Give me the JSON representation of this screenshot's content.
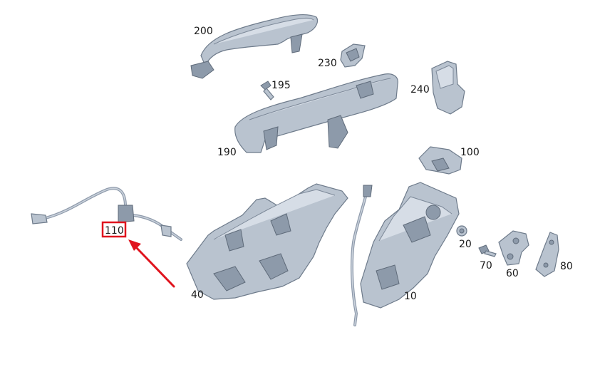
{
  "diagram": {
    "callouts": [
      {
        "id": "200",
        "text": "200"
      },
      {
        "id": "230",
        "text": "230"
      },
      {
        "id": "240",
        "text": "240"
      },
      {
        "id": "195",
        "text": "195"
      },
      {
        "id": "190",
        "text": "190"
      },
      {
        "id": "100",
        "text": "100"
      },
      {
        "id": "110",
        "text": "110"
      },
      {
        "id": "40",
        "text": "40"
      },
      {
        "id": "10",
        "text": "10"
      },
      {
        "id": "20",
        "text": "20"
      },
      {
        "id": "70",
        "text": "70"
      },
      {
        "id": "60",
        "text": "60"
      },
      {
        "id": "80",
        "text": "80"
      }
    ],
    "highlighted_callout": "110",
    "colors": {
      "part_fill": "#b9c3cf",
      "part_stroke": "#6e7b8b",
      "highlight": "#e0141e",
      "arrow": "#e0141e"
    }
  }
}
